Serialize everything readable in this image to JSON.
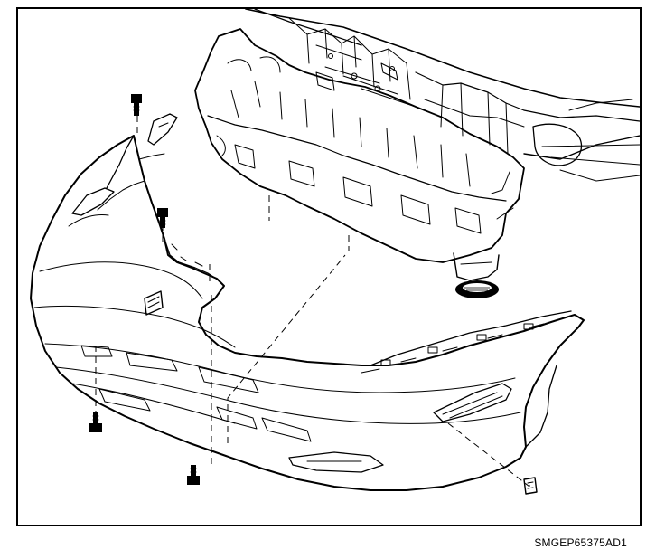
{
  "figure": {
    "code": "SMGEP65375AD1"
  },
  "parts": {
    "bumper_fascia": "front-bumper-fascia",
    "energy_absorber": "bumper-energy-absorber",
    "fasteners": [
      "upper-bolt",
      "side-bolt",
      "lower-bolt-left",
      "lower-bolt-center",
      "lower-clip-right"
    ]
  },
  "colors": {
    "ink": "#000000",
    "paper": "#ffffff"
  }
}
